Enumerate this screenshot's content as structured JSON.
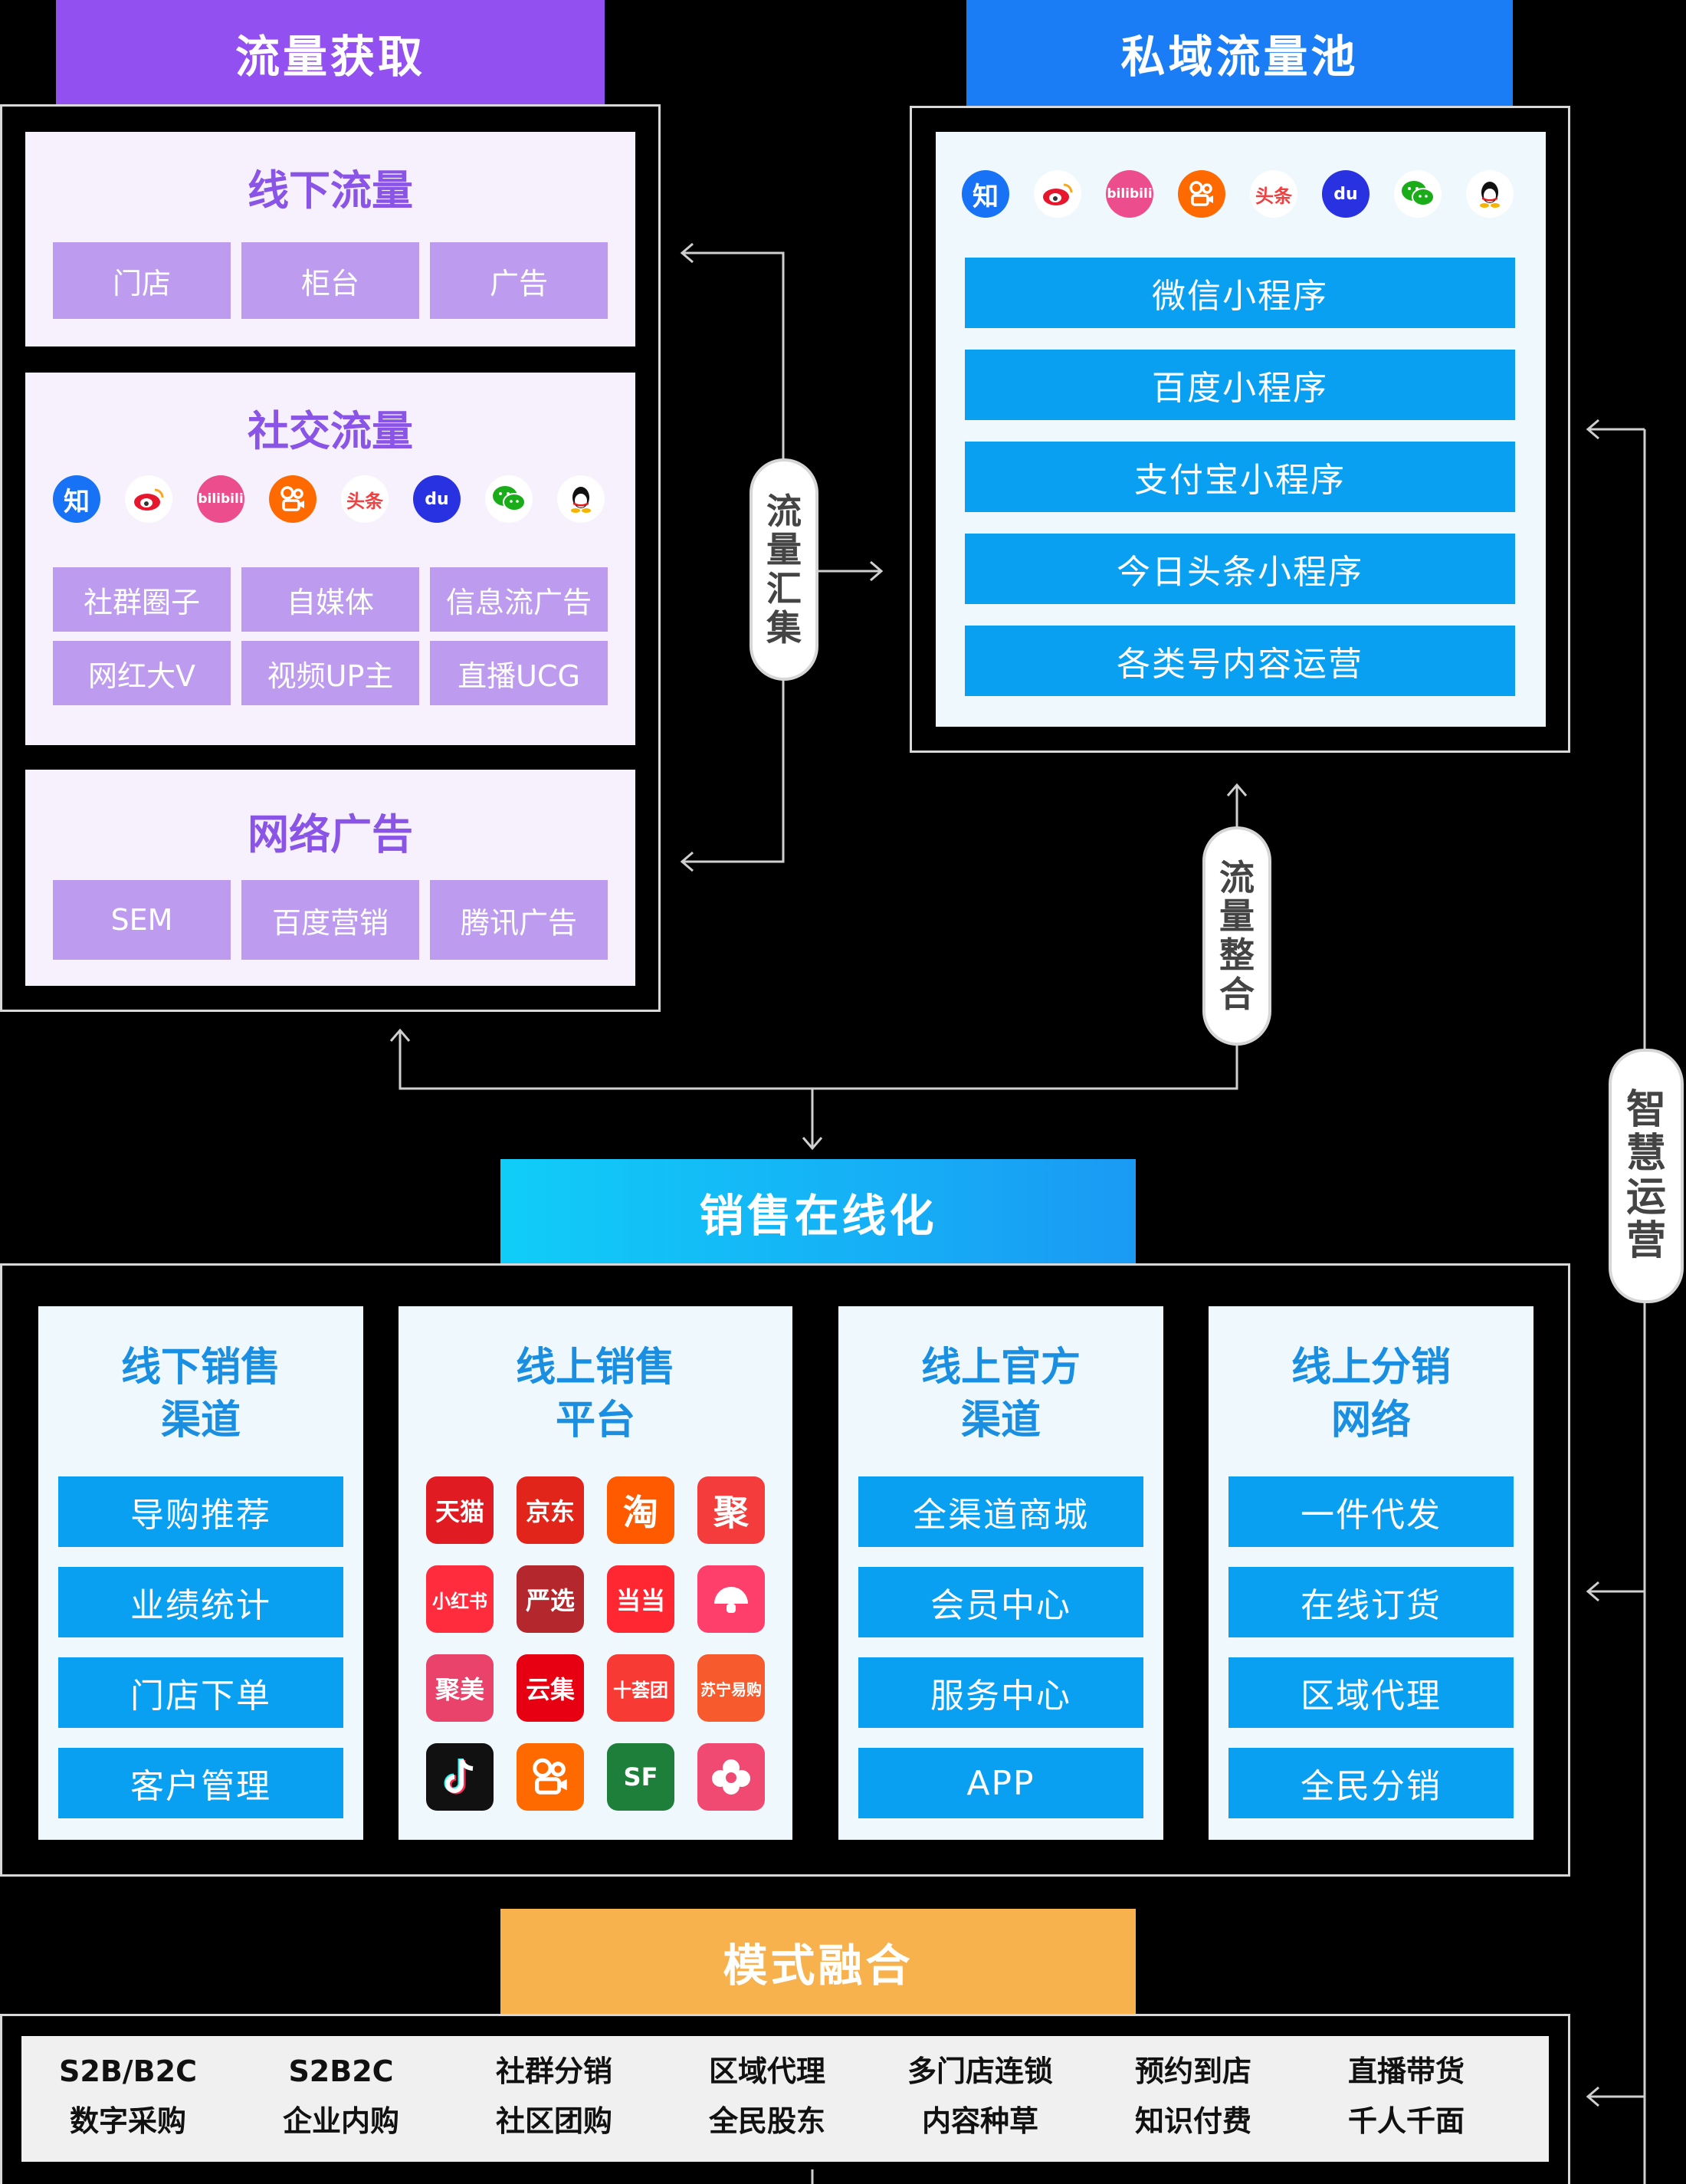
{
  "acquire": {
    "header": "流量获取",
    "offline": {
      "title": "线下流量",
      "chips": [
        "门店",
        "柜台",
        "广告"
      ]
    },
    "social": {
      "title": "社交流量",
      "chips": [
        "社群圈子",
        "自媒体",
        "信息流广告",
        "网红大V",
        "视频UP主",
        "直播UCG"
      ]
    },
    "ads": {
      "title": "网络广告",
      "chips": [
        "SEM",
        "百度营销",
        "腾讯广告"
      ]
    }
  },
  "private": {
    "header": "私域流量池",
    "chips": [
      "微信小程序",
      "百度小程序",
      "支付宝小程序",
      "今日头条小程序",
      "各类号内容运营"
    ]
  },
  "icons": {
    "zhihu": "知",
    "weibo": "weibo-icon",
    "bilibili": "bilibili",
    "kuaishou": "kuaishou-icon",
    "toutiao": "头条",
    "baidu": "du",
    "wechat": "wechat-icon",
    "qq": "qq-icon"
  },
  "capsules": {
    "gather": [
      "流",
      "量",
      "汇",
      "集"
    ],
    "integrate": [
      "流",
      "量",
      "整",
      "合"
    ],
    "smart": [
      "智",
      "慧",
      "运",
      "营"
    ]
  },
  "sales": {
    "header": "销售在线化",
    "columns": [
      {
        "title": [
          "线下销售",
          "渠道"
        ],
        "chips": [
          "导购推荐",
          "业绩统计",
          "门店下单",
          "客户管理"
        ]
      },
      {
        "title": [
          "线上销售",
          "平台"
        ],
        "chips": []
      },
      {
        "title": [
          "线上官方",
          "渠道"
        ],
        "chips": [
          "全渠道商城",
          "会员中心",
          "服务中心",
          "APP"
        ]
      },
      {
        "title": [
          "线上分销",
          "网络"
        ],
        "chips": [
          "一件代发",
          "在线订货",
          "区域代理",
          "全民分销"
        ]
      }
    ],
    "apps": [
      {
        "name": "tmall",
        "label": "天猫",
        "color": "#e01b22"
      },
      {
        "name": "jd",
        "label": "京东",
        "color": "#e1251b"
      },
      {
        "name": "taobao",
        "label": "淘",
        "color": "#ff5a00"
      },
      {
        "name": "juhuasuan",
        "label": "聚",
        "color": "#f43c3c"
      },
      {
        "name": "xiaohongshu",
        "label": "小红书",
        "color": "#fe2c3c"
      },
      {
        "name": "yanxuan",
        "label": "严选",
        "color": "#b4282d"
      },
      {
        "name": "dangdang",
        "label": "当当",
        "color": "#ff2832"
      },
      {
        "name": "mogujie",
        "label": "",
        "color": "#ff3f6b"
      },
      {
        "name": "jumei",
        "label": "聚美",
        "color": "#e9426b"
      },
      {
        "name": "yunji",
        "label": "云集",
        "color": "#e60012"
      },
      {
        "name": "shihuituan",
        "label": "十荟团",
        "color": "#f73a33"
      },
      {
        "name": "suning",
        "label": "苏宁易购",
        "color": "#f65a2d"
      },
      {
        "name": "douyin",
        "label": "",
        "color": "#111111"
      },
      {
        "name": "kuaishou",
        "label": "",
        "color": "#ff6a00"
      },
      {
        "name": "sf",
        "label": "SF",
        "color": "#1e7f3a"
      },
      {
        "name": "weidian",
        "label": "",
        "color": "#f04a72"
      }
    ]
  },
  "mode": {
    "header": "模式融合",
    "cells": [
      [
        "S2B/B2C",
        "数字采购"
      ],
      [
        "S2B2C",
        "企业内购"
      ],
      [
        "社群分销",
        "社区团购"
      ],
      [
        "区域代理",
        "全民股东"
      ],
      [
        "多门店连锁",
        "内容种草"
      ],
      [
        "预约到店",
        "知识付费"
      ],
      [
        "直播带货",
        "千人千面"
      ]
    ]
  },
  "colors": {
    "purple": "#9350f0",
    "blue": "#1a7df5",
    "cyan": "#12c0f5",
    "orange": "#f7b24d",
    "chip_blue": "#0aa0f2",
    "chip_lavender": "#bd9bee"
  }
}
